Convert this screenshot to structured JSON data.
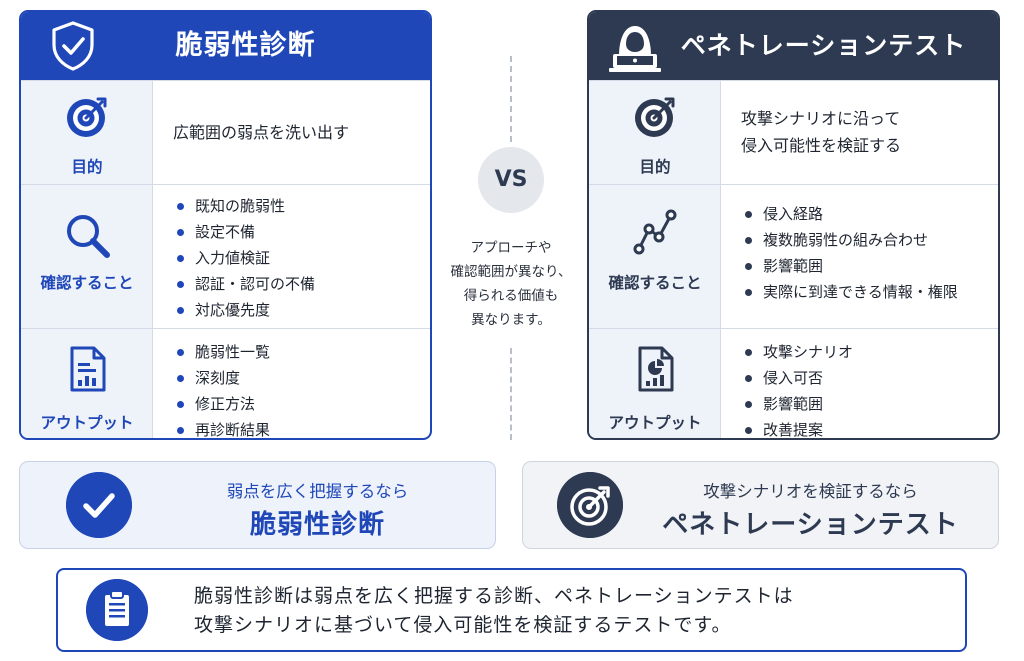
{
  "vuln": {
    "title": "脆弱性診断",
    "purpose_label": "目的",
    "purpose_text": "広範囲の弱点を洗い出す",
    "check_label": "確認すること",
    "check_items": [
      "既知の脆弱性",
      "設定不備",
      "入力値検証",
      "認証・認可の不備",
      "対応優先度"
    ],
    "output_label": "アウトプット",
    "output_items": [
      "脆弱性一覧",
      "深刻度",
      "修正方法",
      "再診断結果"
    ],
    "color": "#1f47b8"
  },
  "pentest": {
    "title": "ペネトレーションテスト",
    "purpose_label": "目的",
    "purpose_lines": [
      "攻撃シナリオに沿って",
      "侵入可能性を検証する"
    ],
    "check_label": "確認すること",
    "check_items": [
      "侵入経路",
      "複数脆弱性の組み合わせ",
      "影響範囲",
      "実際に到達できる情報・権限"
    ],
    "output_label": "アウトプット",
    "output_items": [
      "攻撃シナリオ",
      "侵入可否",
      "影響範囲",
      "改善提案"
    ],
    "color": "#2d3a52"
  },
  "center": {
    "vs": "VS",
    "note_lines": [
      "アプローチや",
      "確認範囲が異なり、",
      "得られる価値も",
      "異なります。"
    ]
  },
  "summary_left": {
    "sub": "弱点を広く把握するなら",
    "main": "脆弱性診断"
  },
  "summary_right": {
    "sub": "攻撃シナリオを検証するなら",
    "main": "ペネトレーションテスト"
  },
  "conclusion": {
    "line1": "脆弱性診断は弱点を広く把握する診断、ペネトレーションテストは",
    "line2": "攻撃シナリオに基づいて侵入可能性を検証するテストです。"
  }
}
